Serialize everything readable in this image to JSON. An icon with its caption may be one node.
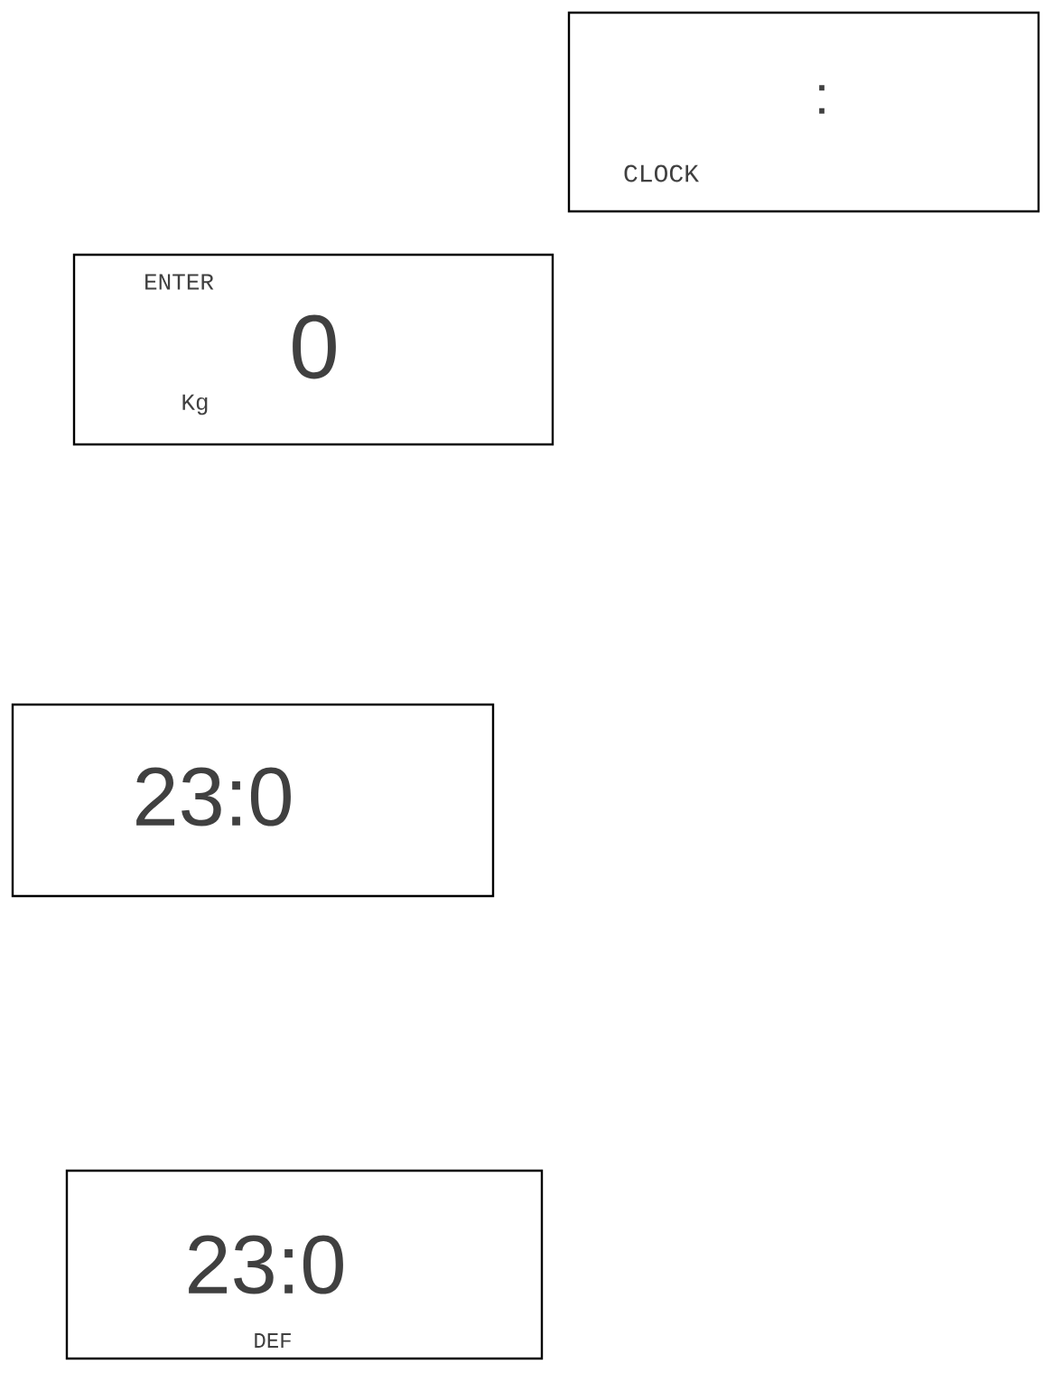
{
  "diagram": {
    "nodes": [
      {
        "text": [
          ":",
          "CLOCK"
        ]
      },
      {
        "text": [
          "ENTER",
          "0",
          "Kg"
        ]
      },
      {
        "text": [
          "23:0"
        ]
      },
      {
        "text": [
          "23:0",
          "DEF"
        ]
      }
    ]
  }
}
